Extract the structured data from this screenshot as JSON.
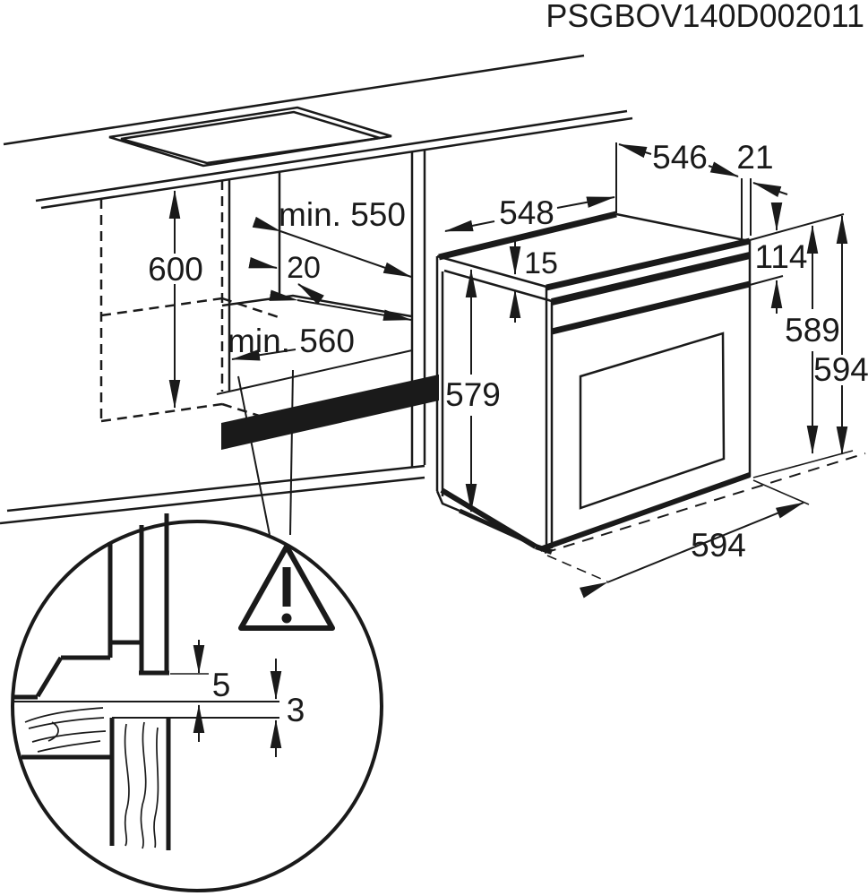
{
  "title": "PSGBOV140D002011",
  "colors": {
    "ink": "#1a1a1a",
    "paper": "#ffffff"
  },
  "cabinet": {
    "height": "600",
    "top_depth": "min. 550",
    "side_gap": "20",
    "bottom_depth": "min. 560"
  },
  "oven": {
    "body_depth": "546",
    "frame_depth": "21",
    "top_depth": "548",
    "top_step": "15",
    "panel_height": "114",
    "rear_height": "589",
    "total_height": "594",
    "front_height": "579",
    "width": "594"
  },
  "detail": {
    "top_gap": "5",
    "bottom_gap": "3"
  }
}
